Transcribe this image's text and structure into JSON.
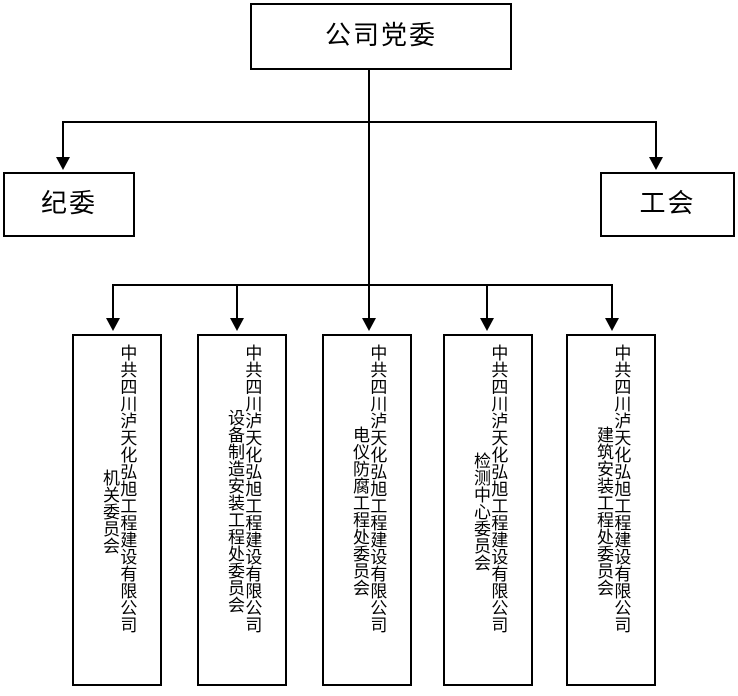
{
  "diagram": {
    "title_node": {
      "id": "party-committee",
      "label": "公司党委"
    },
    "second_level": [
      {
        "id": "discipline-committee",
        "label": "纪委"
      },
      {
        "id": "labor-union",
        "label": "工会"
      }
    ],
    "third_level": [
      {
        "id": "organ-committee",
        "company": "中共四川泸天化弘旭工程建设有限公司",
        "unit": "机关委员会"
      },
      {
        "id": "equipment-manufacturing-installation-committee",
        "company": "中共四川泸天化弘旭工程建设有限公司",
        "unit": "设备制造安装工程处委员会"
      },
      {
        "id": "electrical-instrument-anticorrosion-committee",
        "company": "中共四川泸天化弘旭工程建设有限公司",
        "unit": "电仪防腐工程处委员会"
      },
      {
        "id": "testing-center-committee",
        "company": "中共四川泸天化弘旭工程建设有限公司",
        "unit": "检测中心委员会"
      },
      {
        "id": "construction-installation-committee",
        "company": "中共四川泸天化弘旭工程建设有限公司",
        "unit": "建筑安装工程处委员会"
      }
    ],
    "colors": {
      "line": "#000000",
      "box_border": "#000000",
      "box_fill": "#ffffff",
      "text": "#000000",
      "background": "#ffffff"
    }
  }
}
